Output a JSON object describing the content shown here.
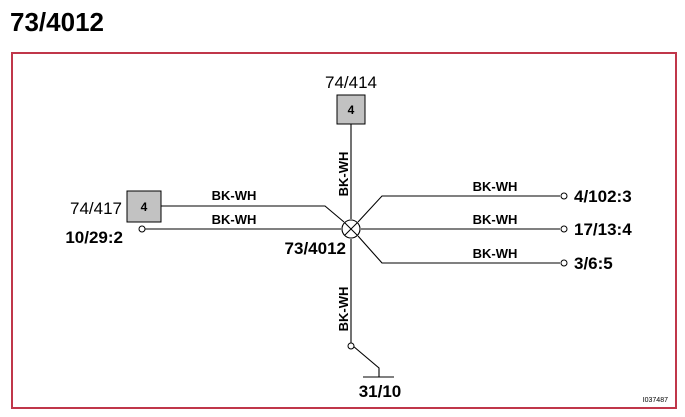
{
  "title": "73/4012",
  "splice": {
    "label": "73/4012"
  },
  "connectors": {
    "top": {
      "label": "74/414",
      "pin": "4"
    },
    "left": {
      "label": "74/417",
      "pin": "4"
    }
  },
  "wires": {
    "top_vertical": "BK-WH",
    "bottom_vertical": "BK-WH",
    "left_upper": "BK-WH",
    "left_lower": "BK-WH",
    "right_upper": "BK-WH",
    "right_middle": "BK-WH",
    "right_lower": "BK-WH"
  },
  "terminals": {
    "left_lower": "10/29:2",
    "right_upper": "4/102:3",
    "right_middle": "17/13:4",
    "right_lower": "3/6:5",
    "ground": "31/10"
  },
  "reference_code": "I037487",
  "colors": {
    "frame": "#c0364a",
    "connector_fill": "#c2c2c2",
    "line": "#000000"
  }
}
